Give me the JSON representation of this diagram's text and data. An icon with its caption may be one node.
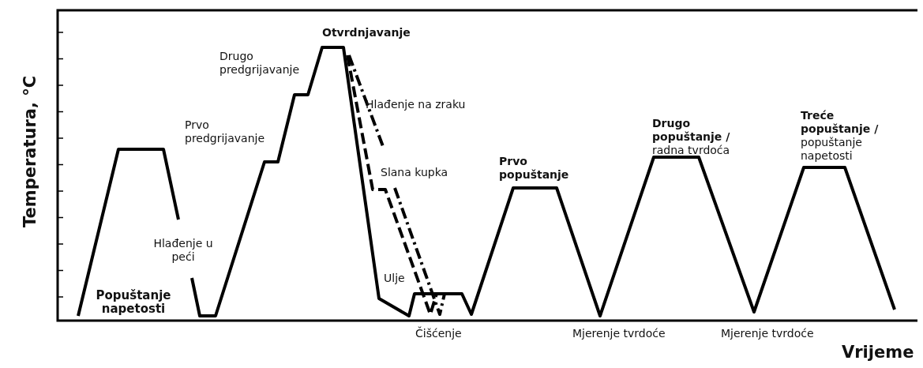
{
  "diagram": {
    "labels": [
      "Temperatura, °C",
      "Otvrdnjavanje",
      "Drugo predgrijavanje",
      "Hlađenje na zraku",
      "Prvo predgrijavanje",
      "**Drugo popuštanje /** radna tvrdoća",
      "**Treće popuštanje /** popuštanje napetosti",
      "Slana kupka",
      "Prvo popuštanje",
      "Hlađenje u peći",
      "Ulje",
      "Popuštanje napetosti",
      "Čišćenje",
      "Mjerenje tvrdoće",
      "Mjerenje tvrdoće",
      "Vrijeme"
    ]
  }
}
